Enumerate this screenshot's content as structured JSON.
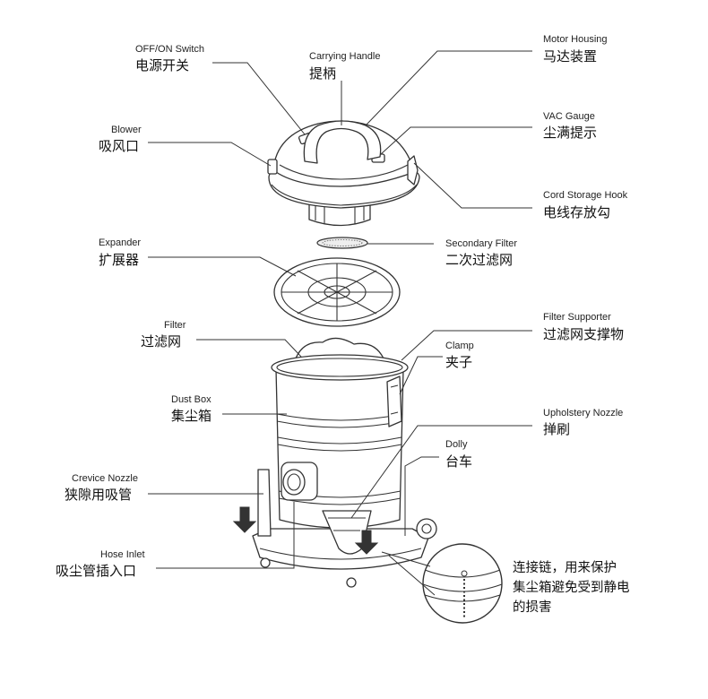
{
  "labels": {
    "switch": {
      "en": "OFF/ON Switch",
      "zh": "电源开关"
    },
    "handle": {
      "en": "Carrying Handle",
      "zh": "提柄"
    },
    "motor": {
      "en": "Motor Housing",
      "zh": "马达装置"
    },
    "blower": {
      "en": "Blower",
      "zh": "吸风口"
    },
    "gauge": {
      "en": "VAC Gauge",
      "zh": "尘满提示"
    },
    "hook": {
      "en": "Cord Storage Hook",
      "zh": "电线存放勾"
    },
    "expander": {
      "en": "Expander",
      "zh": "扩展器"
    },
    "secfilter": {
      "en": "Secondary Filter",
      "zh": "二次过滤网"
    },
    "filter": {
      "en": "Filter",
      "zh": "过滤网"
    },
    "supporter": {
      "en": "Filter Supporter",
      "zh": "过滤网支撑物"
    },
    "clamp": {
      "en": "Clamp",
      "zh": "夹子"
    },
    "dustbox": {
      "en": "Dust Box",
      "zh": "集尘箱"
    },
    "upholstery": {
      "en": "Upholstery Nozzle",
      "zh": "掸刷"
    },
    "dolly": {
      "en": "Dolly",
      "zh": "台车"
    },
    "crevice": {
      "en": "Crevice Nozzle",
      "zh": "狭隙用吸管"
    },
    "hose": {
      "en": "Hose Inlet",
      "zh": "吸尘管插入口"
    }
  },
  "chain_note": [
    "连接链，用来保护",
    "集尘箱避免受到静电",
    "的损害"
  ],
  "colors": {
    "line": "#333333",
    "text": "#111111",
    "fill": "#ffffff"
  }
}
